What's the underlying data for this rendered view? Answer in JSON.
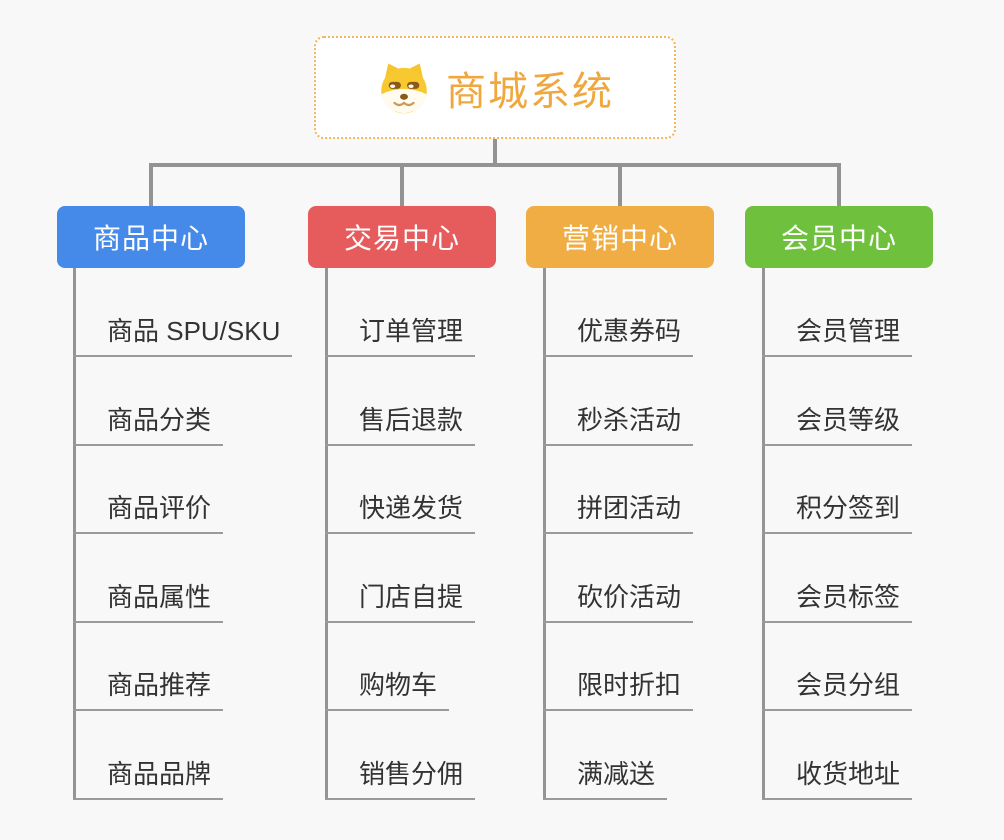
{
  "root": {
    "title": "商城系统",
    "title_color": "#F0A73E",
    "border_color": "#F4B45C",
    "icon": "dog-face-icon"
  },
  "connector_color": "#939393",
  "columns": [
    {
      "id": "product-center",
      "label": "商品中心",
      "color": "#4589E9",
      "items": [
        "商品 SPU/SKU",
        "商品分类",
        "商品评价",
        "商品属性",
        "商品推荐",
        "商品品牌"
      ]
    },
    {
      "id": "trade-center",
      "label": "交易中心",
      "color": "#E65C5C",
      "items": [
        "订单管理",
        "售后退款",
        "快递发货",
        "门店自提",
        "购物车",
        "销售分佣"
      ]
    },
    {
      "id": "marketing-center",
      "label": "营销中心",
      "color": "#EFAD43",
      "items": [
        "优惠券码",
        "秒杀活动",
        "拼团活动",
        "砍价活动",
        "限时折扣",
        "满减送"
      ]
    },
    {
      "id": "member-center",
      "label": "会员中心",
      "color": "#6FC13D",
      "items": [
        "会员管理",
        "会员等级",
        "积分签到",
        "会员标签",
        "会员分组",
        "收货地址"
      ]
    }
  ]
}
